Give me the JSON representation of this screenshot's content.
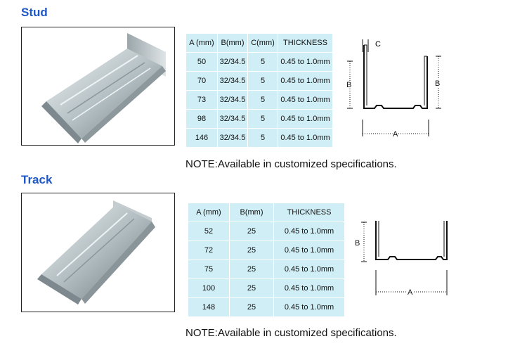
{
  "stud": {
    "heading": "Stud",
    "columns": [
      "A (mm)",
      "B(mm)",
      "C(mm)",
      "THICKNESS"
    ],
    "rows": [
      [
        "50",
        "32/34.5",
        "5",
        "0.45 to 1.0mm"
      ],
      [
        "70",
        "32/34.5",
        "5",
        "0.45 to 1.0mm"
      ],
      [
        "73",
        "32/34.5",
        "5",
        "0.45 to 1.0mm"
      ],
      [
        "98",
        "32/34.5",
        "5",
        "0.45 to 1.0mm"
      ],
      [
        "146",
        "32/34.5",
        "5",
        "0.45 to 1.0mm"
      ]
    ],
    "diagram": {
      "label_a": "A",
      "label_b_left": "B",
      "label_b_right": "B",
      "label_c": "C"
    },
    "note": "NOTE:Available in customized specifications."
  },
  "track": {
    "heading": "Track",
    "columns": [
      "A (mm)",
      "B(mm)",
      "THICKNESS"
    ],
    "rows": [
      [
        "52",
        "25",
        "0.45 to 1.0mm"
      ],
      [
        "72",
        "25",
        "0.45 to 1.0mm"
      ],
      [
        "75",
        "25",
        "0.45 to 1.0mm"
      ],
      [
        "100",
        "25",
        "0.45 to 1.0mm"
      ],
      [
        "148",
        "25",
        "0.45 to 1.0mm"
      ]
    ],
    "diagram": {
      "label_a": "A",
      "label_b": "B"
    },
    "note": "NOTE:Available in customized specifications."
  },
  "colors": {
    "heading": "#1f57c7",
    "table_bg": "#cfeef6",
    "metal_light": "#d6dde0",
    "metal_dark": "#6f7b80"
  },
  "icons": [
    "stud-profile-photo",
    "track-profile-photo",
    "stud-cross-section-diagram",
    "track-cross-section-diagram"
  ]
}
